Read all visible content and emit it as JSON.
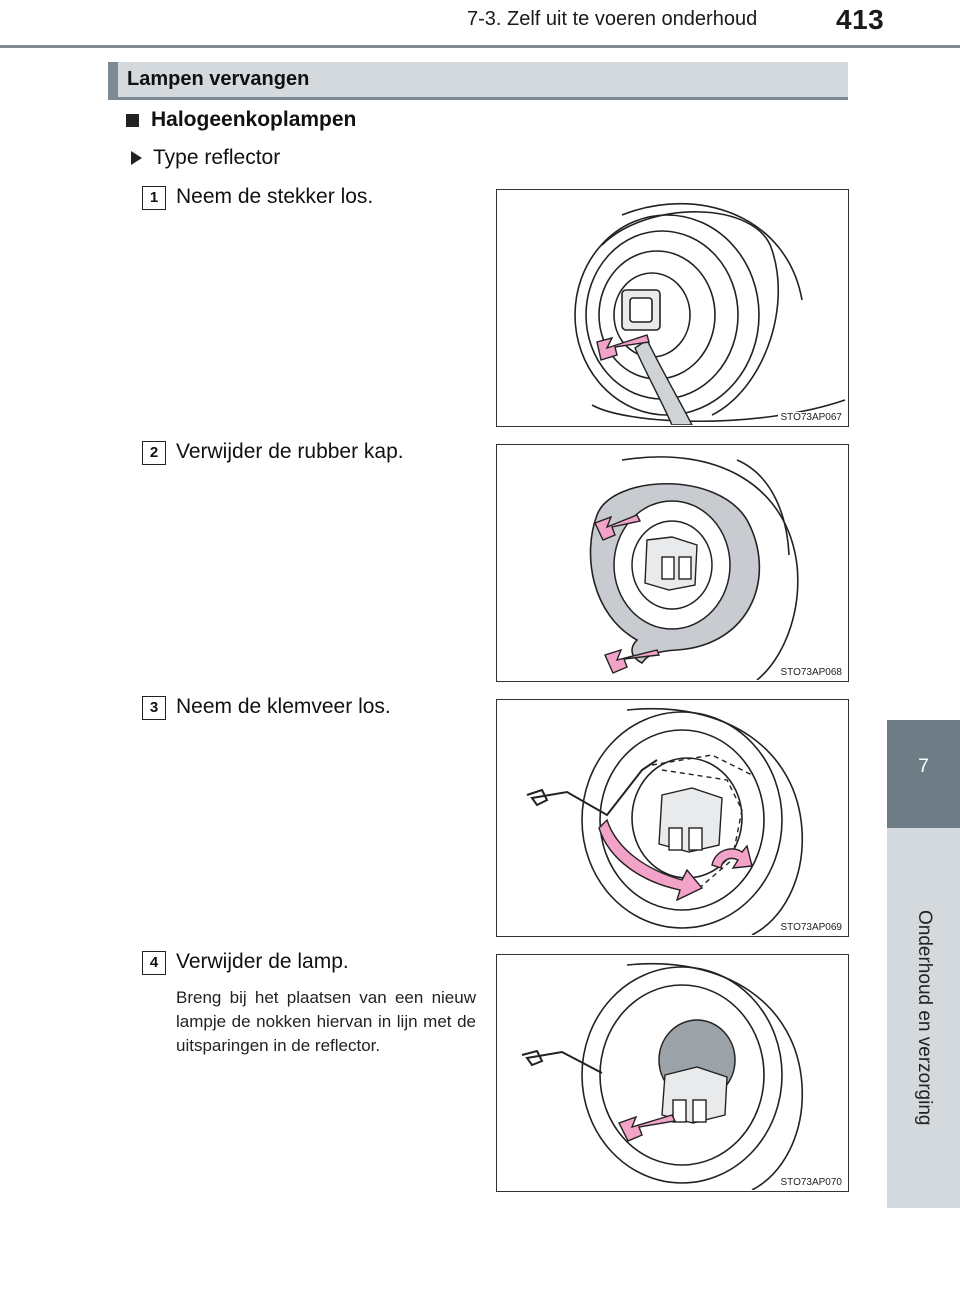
{
  "header": {
    "title": "7-3. Zelf uit te voeren onderhoud",
    "page_number": "413"
  },
  "side_tab": {
    "chapter_number": "7",
    "chapter_label": "Onderhoud en verzorging"
  },
  "section": {
    "title": "Lampen vervangen"
  },
  "subheading": "Halogeenkoplampen",
  "type_line": "Type reflector",
  "steps": [
    {
      "number": "1",
      "text": "Neem de stekker los.",
      "figure_code": "STO73AP067"
    },
    {
      "number": "2",
      "text": "Verwijder de rubber kap.",
      "figure_code": "STO73AP068"
    },
    {
      "number": "3",
      "text": "Neem de klemveer los.",
      "figure_code": "STO73AP069"
    },
    {
      "number": "4",
      "text": "Verwijder de lamp.",
      "figure_code": "STO73AP070"
    }
  ],
  "note": "Breng bij het plaatsen van een nieuw lampje de nokken hiervan in lijn met de uitsparingen in de reflector.",
  "colors": {
    "accent_gray": "#7d8a94",
    "bar_gray": "#d3d9dd",
    "arrow_pink": "#f2a3c7"
  }
}
